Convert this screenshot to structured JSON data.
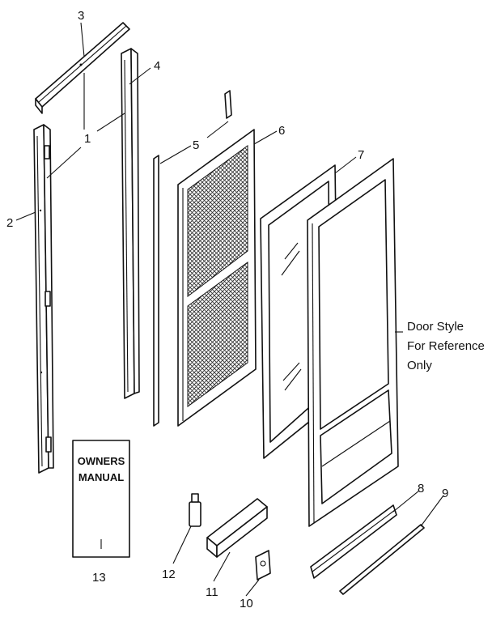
{
  "callouts": {
    "c1": "1",
    "c2": "2",
    "c3": "3",
    "c4": "4",
    "c5": "5",
    "c6": "6",
    "c7": "7",
    "c8": "8",
    "c9": "9",
    "c10": "10",
    "c11": "11",
    "c12": "12",
    "c13": "13"
  },
  "note": {
    "line1": "Door Style",
    "line2": "For Reference",
    "line3": "Only"
  },
  "manual": {
    "line1": "OWNERS",
    "line2": "MANUAL"
  }
}
